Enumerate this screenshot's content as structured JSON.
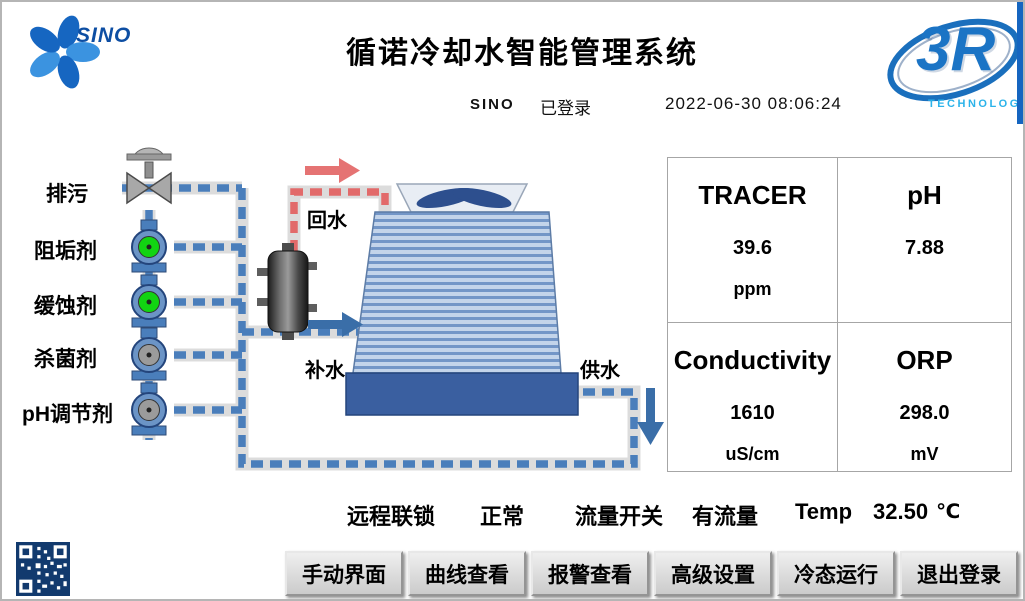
{
  "header": {
    "title": "循诺冷却水智能管理系统",
    "user": "SINO",
    "login_status": "已登录",
    "datetime": "2022-06-30  08:06:24"
  },
  "logos": {
    "sino_text": "SINO",
    "r3_text": "3R",
    "r3_sub": "TECHNOLOGY"
  },
  "chemicals": [
    {
      "label": "排污",
      "type": "valve"
    },
    {
      "label": "阻垢剂",
      "type": "pump",
      "state_color": "#12d412"
    },
    {
      "label": "缓蚀剂",
      "type": "pump",
      "state_color": "#12d412"
    },
    {
      "label": "杀菌剂",
      "type": "pump",
      "state_color": "#9b9b9b"
    },
    {
      "label": "pH调节剂",
      "type": "pump",
      "state_color": "#9b9b9b"
    }
  ],
  "diagram_labels": {
    "return_water": "回水",
    "makeup_water": "补水",
    "supply_water": "供水"
  },
  "measurements": [
    {
      "name": "TRACER",
      "value": "39.6",
      "unit": "ppm"
    },
    {
      "name": "pH",
      "value": "7.88",
      "unit": ""
    },
    {
      "name": "Conductivity",
      "value": "1610",
      "unit": "uS/cm"
    },
    {
      "name": "ORP",
      "value": "298.0",
      "unit": "mV"
    }
  ],
  "status_bar": [
    {
      "label": "远程联锁",
      "value": "正常"
    },
    {
      "label": "流量开关",
      "value": "有流量"
    },
    {
      "label": "Temp",
      "value": "32.50",
      "unit": "℃"
    }
  ],
  "nav_buttons": [
    {
      "label": "手动界面"
    },
    {
      "label": "曲线查看"
    },
    {
      "label": "报警查看"
    },
    {
      "label": "高级设置"
    },
    {
      "label": "冷态运行"
    },
    {
      "label": "退出登录"
    }
  ],
  "colors": {
    "pipe_blue": "#4a7ebb",
    "pipe_red": "#e26a6a",
    "pump_on": "#12d412",
    "pump_off": "#9b9b9b",
    "tower_fill": "#c3d4ea",
    "basin_fill": "#3a5fa0"
  }
}
